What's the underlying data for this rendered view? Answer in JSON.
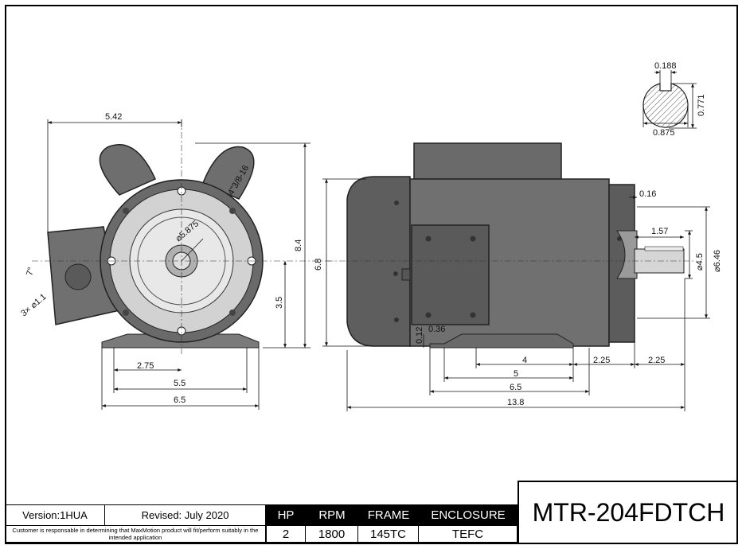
{
  "drawing": {
    "dims": {
      "width_top": "5.42",
      "bolt_circle": "5.875",
      "conduit_thread": "4\"3/8-16",
      "angle": "7°",
      "knockouts": "3× ⌀1.1",
      "height_overall": "8.4",
      "shaft_height": "3.5",
      "foot_half": "2.75",
      "foot_width": "5.5",
      "base_width": "6.5",
      "side_height": "6.8",
      "flange_thk": "0.16",
      "shaft_len": "1.57",
      "pilot_dia": "⌀4.5",
      "flange_dia": "⌀6.46",
      "foot_thk": "0.12",
      "foot_offset": "0.36",
      "bolt_spacing": "4",
      "foot_len": "5",
      "base_len": "6.5",
      "rear_offset": "2.25",
      "shaft_ext": "2.25",
      "overall_len": "13.8",
      "key_width": "0.188",
      "key_depth": "0.771",
      "shaft_dia": "0.875"
    }
  },
  "title_block": {
    "version": "Version:1HUA",
    "revised": "Revised: July 2020",
    "disclaimer": "Customer is responsable in determining that MaxMotion product will fit/perform suitably in the intended application",
    "headers": {
      "hp": "HP",
      "rpm": "RPM",
      "frame": "FRAME",
      "enclosure": "ENCLOSURE"
    },
    "values": {
      "hp": "2",
      "rpm": "1800",
      "frame": "145TC",
      "enclosure": "TEFC"
    },
    "model": "MTR-204FDTCH"
  }
}
